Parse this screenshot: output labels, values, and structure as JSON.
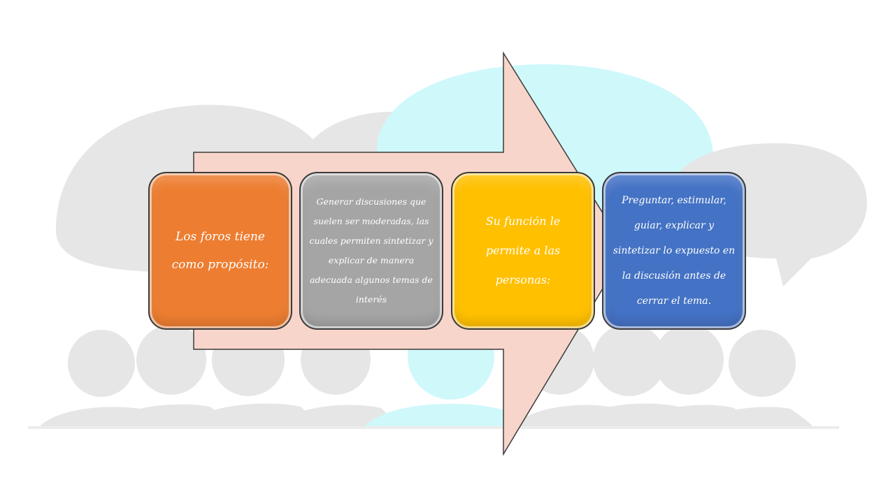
{
  "diagram": {
    "steps": [
      {
        "id": "step-1",
        "text": "Los foros tiene como propósito:",
        "color": "#ed7d31"
      },
      {
        "id": "step-2",
        "text": "Generar discusiones que suelen ser moderadas, las cuales permiten sintetizar y explicar de manera adecuada algunos temas de interés",
        "color": "#a5a5a5"
      },
      {
        "id": "step-3",
        "text": "Su función le permite a las personas:",
        "color": "#ffc000"
      },
      {
        "id": "step-4",
        "text": "Preguntar, estimular, guiar, explicar y sintetizar lo expuesto en la discusión antes de cerrar el tema.",
        "color": "#4472c4"
      }
    ],
    "arrow_color": "#f7d5cb",
    "background": {
      "bubble_color": "#e6e6e6",
      "highlight_color": "#cff8fb"
    }
  }
}
